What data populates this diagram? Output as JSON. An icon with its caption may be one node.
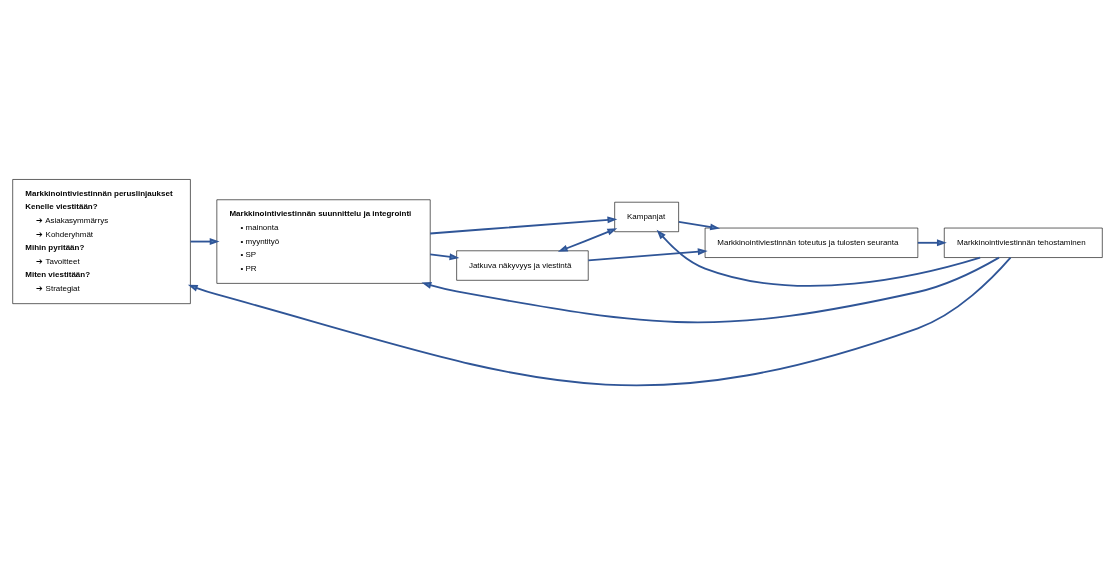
{
  "diagram": {
    "nodes": [
      {
        "text": [
          "Markkinointiviestinnän peruslinjaukset",
          "Kenelle viestitään?",
          "➔ Asiakasymmärrys",
          "➔ Kohderyhmät",
          "Mihin pyritään?",
          "➔ Tavoitteet",
          "Miten viestitään?",
          "➔ Strategiat"
        ]
      },
      {
        "text": [
          "Markkinointiviestinnän suunnittelu ja integrointi",
          "• mainonta",
          "• myyntityö",
          "• SP",
          "• PR"
        ]
      },
      {
        "text": [
          "Jatkuva näkyvyys ja viestintä"
        ]
      },
      {
        "text": [
          "Kampanjat"
        ]
      },
      {
        "text": [
          "Markkinointiviestinnän toteutus ja tulosten seuranta"
        ]
      },
      {
        "text": [
          "Markkinointiviestinnän tehostaminen"
        ]
      }
    ],
    "edges": [
      {
        "from": 0,
        "to": 1,
        "arrow": "to"
      },
      {
        "from": 1,
        "to": 2,
        "arrow": "to"
      },
      {
        "from": 1,
        "to": 3,
        "arrow": "to"
      },
      {
        "from": 2,
        "to": 3,
        "arrow": "both"
      },
      {
        "from": 2,
        "to": 4,
        "arrow": "to"
      },
      {
        "from": 3,
        "to": 4,
        "arrow": "to"
      },
      {
        "from": 4,
        "to": 5,
        "arrow": "to"
      },
      {
        "from": 5,
        "to": 0,
        "arrow": "to"
      },
      {
        "from": 5,
        "to": 1,
        "arrow": "to"
      },
      {
        "from": 5,
        "to": 3,
        "arrow": "to"
      }
    ]
  }
}
